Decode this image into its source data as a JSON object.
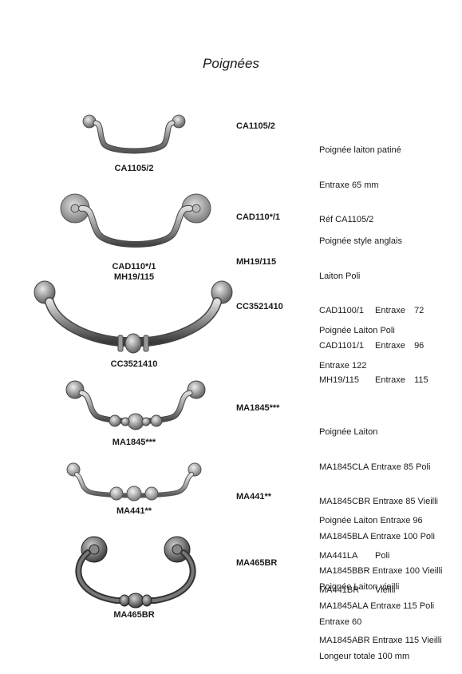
{
  "page": {
    "title": "Poignées"
  },
  "items": [
    {
      "caption": "CA1105/2",
      "ref": "CA1105/2",
      "lines": [
        "Poignée laiton patiné",
        "Entraxe 65 mm",
        "Réf CA1105/2"
      ]
    },
    {
      "caption": [
        "CAD110*/1",
        "MH19/115"
      ],
      "ref": "CAD110*/1",
      "ref2": "MH19/115",
      "lines": [
        "Poignée style anglais",
        "Laiton Poli"
      ],
      "table": [
        [
          "CAD1100/1",
          "Entraxe",
          "72"
        ],
        [
          "CAD1101/1",
          "Entraxe",
          "96"
        ],
        [
          "MH19/115",
          "Entraxe",
          "115"
        ]
      ]
    },
    {
      "caption": "CC3521410",
      "ref": "CC3521410",
      "lines": [
        "Poignée Laiton Poli",
        "Entraxe 122"
      ]
    },
    {
      "caption": "MA1845***",
      "ref": "MA1845***",
      "lines": [
        "Poignée Laiton",
        "MA1845CLA Entraxe 85 Poli",
        "MA1845CBR Entraxe 85 Vieilli",
        "MA1845BLA Entraxe 100 Poli",
        "MA1845BBR Entraxe 100 Vieilli",
        "MA1845ALA Entraxe 115 Poli",
        "MA1845ABR Entraxe 115 Vieilli"
      ]
    },
    {
      "caption": "MA441**",
      "ref": "MA441**",
      "lines": [
        "Poignée Laiton Entraxe 96"
      ],
      "table": [
        [
          "MA441LA",
          "Poli"
        ],
        [
          "MA441BR",
          "Vieilli"
        ]
      ]
    },
    {
      "caption": "MA465BR",
      "ref": "MA465BR",
      "lines": [
        "Poignée Laiton vieilli",
        "Entraxe 60",
        "Longeur totale 100 mm"
      ]
    }
  ],
  "icons": {
    "handle1": "drop-handle-icon",
    "handle2": "rose-drop-handle-icon",
    "handle3": "bow-handle-icon",
    "handle4": "beaded-handle-icon",
    "handle5": "ornate-handle-icon",
    "handle6": "ring-drop-handle-icon"
  }
}
